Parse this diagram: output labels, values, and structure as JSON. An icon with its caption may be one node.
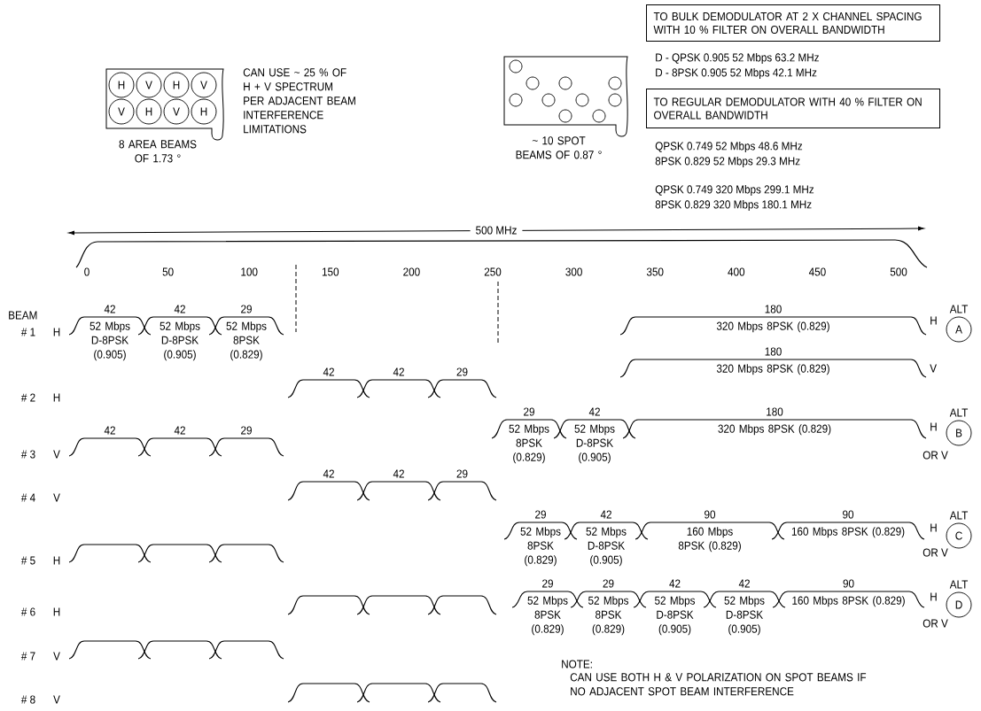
{
  "diagram": {
    "nodes": [
      {
        "text": [],
        "shape": "box",
        "beside": [
          "8 AREA BEAMS OF 1.73 °"
        ]
      },
      {
        "text": [
          "H"
        ],
        "in": 0
      },
      {
        "text": [
          "V"
        ],
        "in": 0
      },
      {
        "text": [
          "H"
        ],
        "in": 0
      },
      {
        "text": [
          "V"
        ],
        "in": 0
      },
      {
        "text": [
          "V"
        ],
        "in": 0
      },
      {
        "text": [
          "H"
        ],
        "in": 0
      },
      {
        "text": [
          "V"
        ],
        "in": 0
      },
      {
        "text": [
          "H"
        ],
        "in": 0
      },
      {
        "text": [],
        "shape": "box",
        "beside": [
          "~ 10 SPOT BEAMS OF 0.87 °"
        ]
      },
      {
        "text": [],
        "shape": "circle",
        "in": 9
      },
      {
        "text": [],
        "shape": "circle",
        "in": 9
      },
      {
        "text": [],
        "shape": "circle",
        "in": 9
      },
      {
        "text": [],
        "shape": "circle",
        "in": 9
      },
      {
        "text": [],
        "shape": "circle",
        "in": 9
      },
      {
        "text": [],
        "shape": "circle",
        "in": 9
      },
      {
        "text": [],
        "shape": "circle",
        "in": 9
      },
      {
        "text": [],
        "shape": "circle",
        "in": 9
      },
      {
        "text": [],
        "shape": "circle",
        "in": 9
      },
      {
        "text": [],
        "shape": "circle",
        "in": 9
      },
      {
        "text": [
          "TO BULK DEMODULATOR AT 2 X CHANNEL SPACING WITH 10 % FILTER ON OVERALL BANDWIDTH"
        ]
      },
      {
        "text": [
          "TO REGULAR DEMODULATOR WITH 40 % FILTER ON OVERALL BANDWIDTH"
        ]
      },
      {
        "text": [
          "42",
          "52 Mbps D-8PSK (0.905)"
        ]
      },
      {
        "text": [
          "42",
          "52 Mbps D-8PSK (0.905)"
        ]
      },
      {
        "text": [
          "29",
          "52 Mbps 8PSK (0.829)"
        ]
      },
      {
        "text": [
          "180",
          "320 Mbps 8PSK (0.829)"
        ]
      },
      {
        "text": [
          "ALT",
          "A"
        ]
      },
      {
        "text": [
          "180",
          "320 Mbps 8PSK (0.829)"
        ]
      },
      {
        "text": [
          "42"
        ]
      },
      {
        "text": [
          "42"
        ]
      },
      {
        "text": [
          "29"
        ]
      },
      {
        "text": [
          "42"
        ]
      },
      {
        "text": [
          "42"
        ]
      },
      {
        "text": [
          "29"
        ]
      },
      {
        "text": [
          "29",
          "52 Mbps 8PSK (0.829)"
        ]
      },
      {
        "text": [
          "42",
          "52 Mbps D-8PSK (0.905)"
        ]
      },
      {
        "text": [
          "180",
          "320 Mbps 8PSK (0.829)"
        ]
      },
      {
        "text": [
          "ALT",
          "B"
        ]
      },
      {
        "text": [
          "42"
        ]
      },
      {
        "text": [
          "42"
        ]
      },
      {
        "text": [
          "29"
        ]
      },
      {
        "text": [
          "29",
          "52 Mbps 8PSK (0.829)"
        ]
      },
      {
        "text": [
          "42",
          "52 Mbps D-8PSK (0.905)"
        ]
      },
      {
        "text": [
          "90",
          "160 Mbps 8PSK (0.829)"
        ]
      },
      {
        "text": [
          "90",
          "160 Mbps 8PSK (0.829)"
        ]
      },
      {
        "text": [
          "ALT",
          "C"
        ]
      },
      {
        "text": [],
        "shape": "bar"
      },
      {
        "text": [],
        "shape": "bar"
      },
      {
        "text": [],
        "shape": "bar"
      },
      {
        "text": [],
        "shape": "bar"
      },
      {
        "text": [],
        "shape": "bar"
      },
      {
        "text": [],
        "shape": "bar"
      },
      {
        "text": [
          "29",
          "52 Mbps 8PSK (0.829)"
        ]
      },
      {
        "text": [
          "29",
          "52 Mbps 8PSK (0.829)"
        ]
      },
      {
        "text": [
          "42",
          "52 Mbps D-8PSK (0.905)"
        ]
      },
      {
        "text": [
          "42",
          "52 Mbps D-8PSK (0.905)"
        ]
      },
      {
        "text": [
          "90",
          "160 Mbps 8PSK (0.829)"
        ]
      },
      {
        "text": [
          "ALT",
          "D"
        ]
      },
      {
        "text": [],
        "shape": "bar"
      },
      {
        "text": [],
        "shape": "bar"
      },
      {
        "text": [],
        "shape": "bar"
      },
      {
        "text": [],
        "shape": "bar"
      },
      {
        "text": [],
        "shape": "bar"
      },
      {
        "text": [],
        "shape": "bar"
      }
    ],
    "labels": [
      "CAN USE ~ 25 % OF H + V SPECTRUM PER ADJACENT BEAM INTERFERENCE LIMITATIONS",
      "D - QPSK 0.905 52 Mbps 63.2 MHz",
      "D - 8PSK 0.905 52 Mbps 42.1 MHz",
      "QPSK 0.749 52 Mbps 48.6 MHz",
      "8PSK 0.829 52 Mbps 29.3 MHz",
      "QPSK 0.749 320 Mbps 299.1 MHz",
      "8PSK 0.829 320 Mbps 180.1 MHz",
      "500 MHz",
      "0",
      "50",
      "100",
      "150",
      "200",
      "250",
      "300",
      "350",
      "400",
      "450",
      "500",
      "BEAM",
      "# 1",
      "H",
      "H",
      "V",
      "# 2",
      "H",
      "# 3",
      "V",
      "H",
      "OR V",
      "# 4",
      "V",
      "H",
      "OR V",
      "# 5",
      "H",
      "# 6",
      "H",
      "H",
      "OR V",
      "# 7",
      "V",
      "NOTE:",
      "CAN USE BOTH H & V POLARIZATION ON SPOT BEAMS IF NO ADJACENT SPOT BEAM INTERFERENCE",
      "# 8",
      "V"
    ]
  }
}
